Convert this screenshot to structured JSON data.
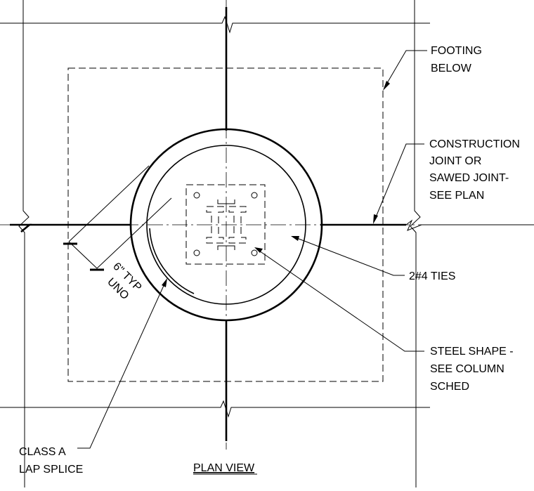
{
  "labels": {
    "footing": [
      "FOOTING",
      "BELOW"
    ],
    "construction_joint": [
      "CONSTRUCTION",
      "JOINT OR",
      "SAWED JOINT-",
      "SEE PLAN"
    ],
    "ties": [
      "2#4 TIES"
    ],
    "steel_shape": [
      "STEEL SHAPE -",
      "SEE COLUMN",
      "SCHED"
    ],
    "lap_splice": [
      "CLASS A",
      "LAP SPLICE"
    ],
    "dimension": [
      "6\" TYP",
      "UNO"
    ],
    "view_title": "PLAN VIEW"
  }
}
